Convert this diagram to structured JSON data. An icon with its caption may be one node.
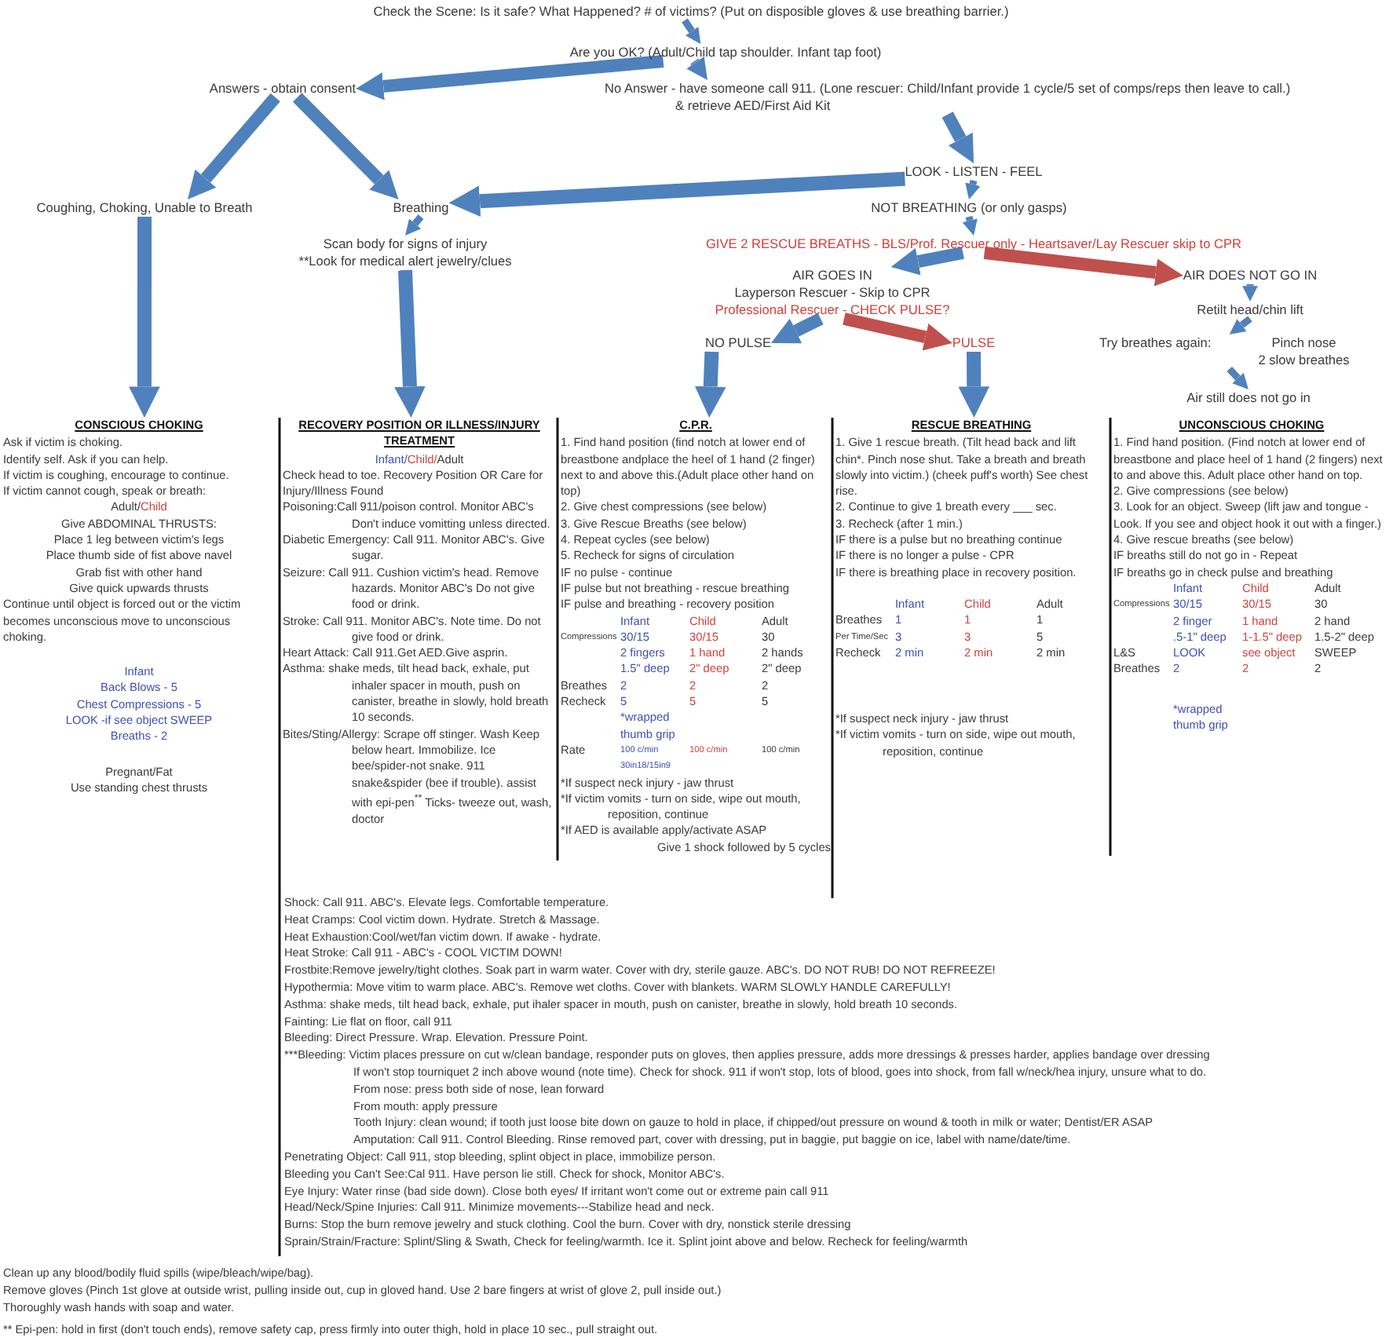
{
  "diagram": {
    "nodes": [
      {
        "text": [
          "Check the Scene: Is it safe? What Happened? # of victims?  (Put on disposible gloves & use breathing barrier.)"
        ]
      },
      {
        "text": [
          "Are you OK? (Adult/Child tap shoulder. Infant tap foot)"
        ]
      },
      {
        "text": [
          "Answers - obtain consent"
        ]
      },
      {
        "text": [
          "No Answer - have someone call 911.  (Lone rescuer: Child/Infant provide 1 cycle/5 set of comps/reps then leave to call.)",
          "& retrieve AED/First Aid Kit"
        ]
      },
      {
        "text": [
          "LOOK - LISTEN - FEEL"
        ]
      },
      {
        "text": [
          "NOT BREATHING (or only gasps)"
        ]
      },
      {
        "text": [
          "GIVE 2 RESCUE BREATHS - BLS/Prof. Rescuer only - Heartsaver/Lay Rescuer skip to CPR"
        ]
      },
      {
        "text": [
          "AIR GOES IN",
          "Layperson Rescuer -  Skip to CPR",
          "Professional Rescuer - CHECK PULSE?"
        ]
      },
      {
        "text": [
          "AIR DOES NOT GO IN"
        ]
      },
      {
        "text": [
          "Retilt head/chin lift"
        ]
      },
      {
        "text": [
          "Try breathes again:",
          "Pinch nose",
          "2 slow breathes"
        ]
      },
      {
        "text": [
          "Air still does not go in"
        ]
      },
      {
        "text": [
          "NO PULSE"
        ]
      },
      {
        "text": [
          "PULSE"
        ]
      },
      {
        "text": [
          "Coughing, Choking, Unable to Breath"
        ]
      },
      {
        "text": [
          "Breathing"
        ]
      },
      {
        "text": [
          "Scan body for signs of injury",
          "**Look for medical alert jewelry/clues"
        ]
      },
      {
        "text": [
          "CONSCIOUS CHOKING",
          "Ask if victim is choking.",
          "Identify self.  Ask if you can help.",
          "If victim is coughing, encourage to continue.",
          "If victim cannot cough, speak or breath:",
          "Adult/Child",
          "Give ABDOMINAL THRUSTS:",
          "Place 1 leg between victim's legs",
          "Place thumb side of fist above navel",
          "Grab fist with other hand",
          "Give quick upwards thrusts",
          "Continue until object is forced out or the victim becomes unconscious move to unconscious choking.",
          "Infant",
          "Back Blows - 5",
          "Chest Compressions - 5",
          "LOOK -if see object SWEEP",
          "Breaths - 2",
          "Pregnant/Fat",
          "Use standing chest thrusts"
        ]
      },
      {
        "text": [
          "RECOVERY POSITION OR ILLNESS/INJURY TREATMENT",
          "Infant/Child/Adult",
          "Check head to toe. Recovery Position OR Care for Injury/Illness Found",
          "Poisoning:Call 911/poison control. Monitor ABC's Don't induce vomitting unless directed.",
          "Diabetic Emergency: Call 911.  Monitor ABC's. Give sugar.",
          "Seizure: Call 911.  Cushion victim's head. Remove hazards. Monitor ABC's Do not give food or drink.",
          "Stroke: Call 911. Monitor ABC's.  Note time. Do not give food or drink.",
          "Heart Attack: Call 911.Get AED.Give asprin.",
          "Asthma: shake meds, tilt head back, exhale, put inhaler spacer in mouth, push on canister, breathe in slowly, hold breath 10 seconds.",
          "Bites/Sting/Allergy: Scrape off stinger. Wash Keep below heart. Immobilize. Ice bee/spider-not snake.  911 snake&spider (bee if trouble). assist with epi-pen$^{**}$ Ticks- tweeze out, wash, doctor"
        ]
      },
      {
        "text": [
          "C.P.R.",
          "1. Find hand position (find notch at lower end of breastbone andplace the heel of 1 hand (2 finger) next to and above this.(Adult place other hand on top)",
          "2. Give chest compressions (see below)",
          "3. Give Rescue Breaths (see below)",
          "4. Repeat cycles (see below)",
          "5. Recheck for signs of circulation",
          "IF no pulse - continue",
          "IF pulse but not breathing - rescue breathing",
          "IF pulse and breathing - recovery position",
          "Infant",
          "Child",
          "Adult",
          "Compressions",
          "30/15",
          "30/15",
          "30",
          "2 fingers",
          "1 hand",
          "2 hands",
          "1.5\" deep",
          "2\" deep",
          "2\" deep",
          "Breathes",
          "2",
          "2",
          "2",
          "Recheck",
          "5",
          "5",
          "5",
          "*wrapped thumb grip",
          "Rate",
          "100 c/min",
          "100 c/min",
          "100 c/min",
          "30in18/15in9",
          "*If suspect neck injury - jaw thrust",
          "*If victim vomits - turn on side, wipe out mouth, reposition, continue",
          "*If AED is available apply/activate ASAP",
          "Give 1 shock followed by 5 cycles"
        ]
      },
      {
        "text": [
          "RESCUE BREATHING",
          "1. Give 1 rescue breath.  (Tilt head back and lift chin*.  Pinch nose shut.  Take a breath and breath slowly into victim.) (cheek puff's worth) See chest rise.",
          "2. Continue to give 1 breath every ___ sec.",
          "3. Recheck (after 1 min.)",
          "IF there is a pulse but no breathing continue",
          "IF there is no longer a pulse - CPR",
          "IF there is breathing place in recovery position.",
          "Infant",
          "Child",
          "Adult",
          "Breathes",
          "1",
          "1",
          "1",
          "Per Time/Sec",
          "3",
          "3",
          "5",
          "Recheck",
          "2 min",
          "2 min",
          "2 min",
          "*If suspect neck injury - jaw thrust",
          "*If victim vomits - turn on side, wipe out mouth, reposition, continue"
        ]
      },
      {
        "text": [
          "UNCONSCIOUS CHOKING",
          "1. Find hand position. (Find notch at lower end of breastbone and place heel of 1 hand (2 fingers) next to and above this. Adult place other hand on top.",
          "2. Give compressions (see below)",
          "3. Look for an object.  Sweep (lift jaw and tongue - Look.  If you see and object hook it out with a finger.)",
          "4. Give rescue breaths (see below)",
          "IF breaths still do not go in - Repeat",
          "IF breaths go in check pulse and breathing",
          "Infant",
          "Child",
          "Adult",
          "Compressions",
          "30/15",
          "30/15",
          "30",
          "2 finger",
          "1 hand",
          "2 hand",
          ".5-1\" deep",
          "1-1.5\" deep",
          "1.5-2\" deep",
          "L&S",
          "LOOK",
          "see object",
          "SWEEP",
          "Breathes",
          "2",
          "2",
          "2",
          "*wrapped thumb grip"
        ]
      }
    ],
    "edges": [
      {
        "from": 0,
        "to": 1,
        "arrow": "to"
      },
      {
        "from": 1,
        "to": 2,
        "arrow": "to"
      },
      {
        "from": 1,
        "to": 3,
        "arrow": "to"
      },
      {
        "from": 3,
        "to": 4,
        "arrow": "to"
      },
      {
        "from": 4,
        "to": 5,
        "arrow": "to"
      },
      {
        "from": 5,
        "to": 6,
        "arrow": "to"
      },
      {
        "from": 6,
        "to": 7,
        "arrow": "to"
      },
      {
        "from": 6,
        "to": 8,
        "arrow": "to",
        "color": "#c0504d"
      },
      {
        "from": 8,
        "to": 9,
        "arrow": "to"
      },
      {
        "from": 9,
        "to": 10,
        "arrow": "to"
      },
      {
        "from": 10,
        "to": 11,
        "arrow": "to"
      },
      {
        "from": 7,
        "to": 12,
        "arrow": "to"
      },
      {
        "from": 7,
        "to": 13,
        "arrow": "to",
        "color": "#c0504d"
      },
      {
        "from": 2,
        "to": 14,
        "arrow": "to"
      },
      {
        "from": 2,
        "to": 15,
        "arrow": "to"
      },
      {
        "from": 4,
        "to": 15,
        "arrow": "to"
      },
      {
        "from": 15,
        "to": 16,
        "arrow": "to"
      },
      {
        "from": 14,
        "to": 17,
        "arrow": "to"
      },
      {
        "from": 16,
        "to": 18,
        "arrow": "to"
      },
      {
        "from": 12,
        "to": 19,
        "arrow": "to"
      },
      {
        "from": 13,
        "to": 20,
        "arrow": "to"
      }
    ],
    "labels": [
      "Shock: Call 911. ABC's. Elevate legs. Comfortable temperature.",
      "Heat Cramps: Cool victim down. Hydrate.  Stretch & Massage.",
      "Heat Exhaustion:Cool/wet/fan victim down. If awake - hydrate.",
      "Heat Stroke: Call 911 - ABC's - COOL VICTIM DOWN!",
      "Frostbite:Remove jewelry/tight clothes. Soak part in warm water. Cover with dry, sterile gauze. ABC's. DO NOT RUB!  DO NOT REFREEZE!",
      "Hypothermia: Move vitim to warm place. ABC's.  Remove wet cloths. Cover with blankets. WARM SLOWLY HANDLE CAREFULLY!",
      "Asthma: shake meds, tilt head back, exhale, put ihaler spacer in mouth, push on canister, breathe in slowly, hold breath 10 seconds.",
      "Fainting: Lie flat on floor, call 911",
      "Bleeding: Direct Pressure. Wrap. Elevation. Pressure Point.",
      "***Bleeding: Victim places pressure on cut w/clean bandage, responder puts on gloves, then applies pressure, adds more dressings & presses harder, applies bandage over dressing",
      "If won't stop tourniquet 2 inch above wound (note time). Check for shock.  911 if won't stop, lots of blood, goes into shock, from fall w/neck/hea injury, unsure what to do.",
      "From nose: press both side of nose, lean forward",
      "From mouth: apply pressure",
      "Tooth Injury: clean wound; if tooth just loose bite down on gauze to hold in place, if chipped/out pressure on wound & tooth in milk or water; Dentist/ER ASAP",
      "Amputation: Call 911.  Control Bleeding. Rinse removed part, cover with dressing, put in baggie, put baggie on ice, label with name/date/time.",
      "Penetrating Object: Call 911, stop bleeding, splint object in place, immobilize person.",
      "Bleeding you Can't See:Cal 911.  Have person lie still. Check for shock, Monitor ABC's.",
      "Eye Injury: Water rinse (bad side down). Close both eyes/ If irritant won't come out or extreme pain call 911",
      "Head/Neck/Spine Injuries: Call 911. Minimize movements---Stabilize head and neck.",
      "Burns: Stop the burn remove jewelry and stuck clothing.  Cool the burn.  Cover with dry, nonstick sterile dressing",
      "Sprain/Strain/Fracture: Splint/Sling & Swath, Check for feeling/warmth. Ice it. Splint joint above and below. Recheck for feeling/warmth",
      "Clean up any blood/bodily fluid spills (wipe/bleach/wipe/bag).",
      "Remove gloves (Pinch 1st glove at outside wrist, pulling inside out, cup in gloved hand. Use 2 bare fingers at wrist of glove 2, pull inside out.)",
      "Thoroughly wash hands with soap and water.",
      "** Epi-pen: hold in first (don't touch ends), remove safety cap, press firmly into outer thigh, hold in place 10 sec., pull straight out."
    ]
  }
}
